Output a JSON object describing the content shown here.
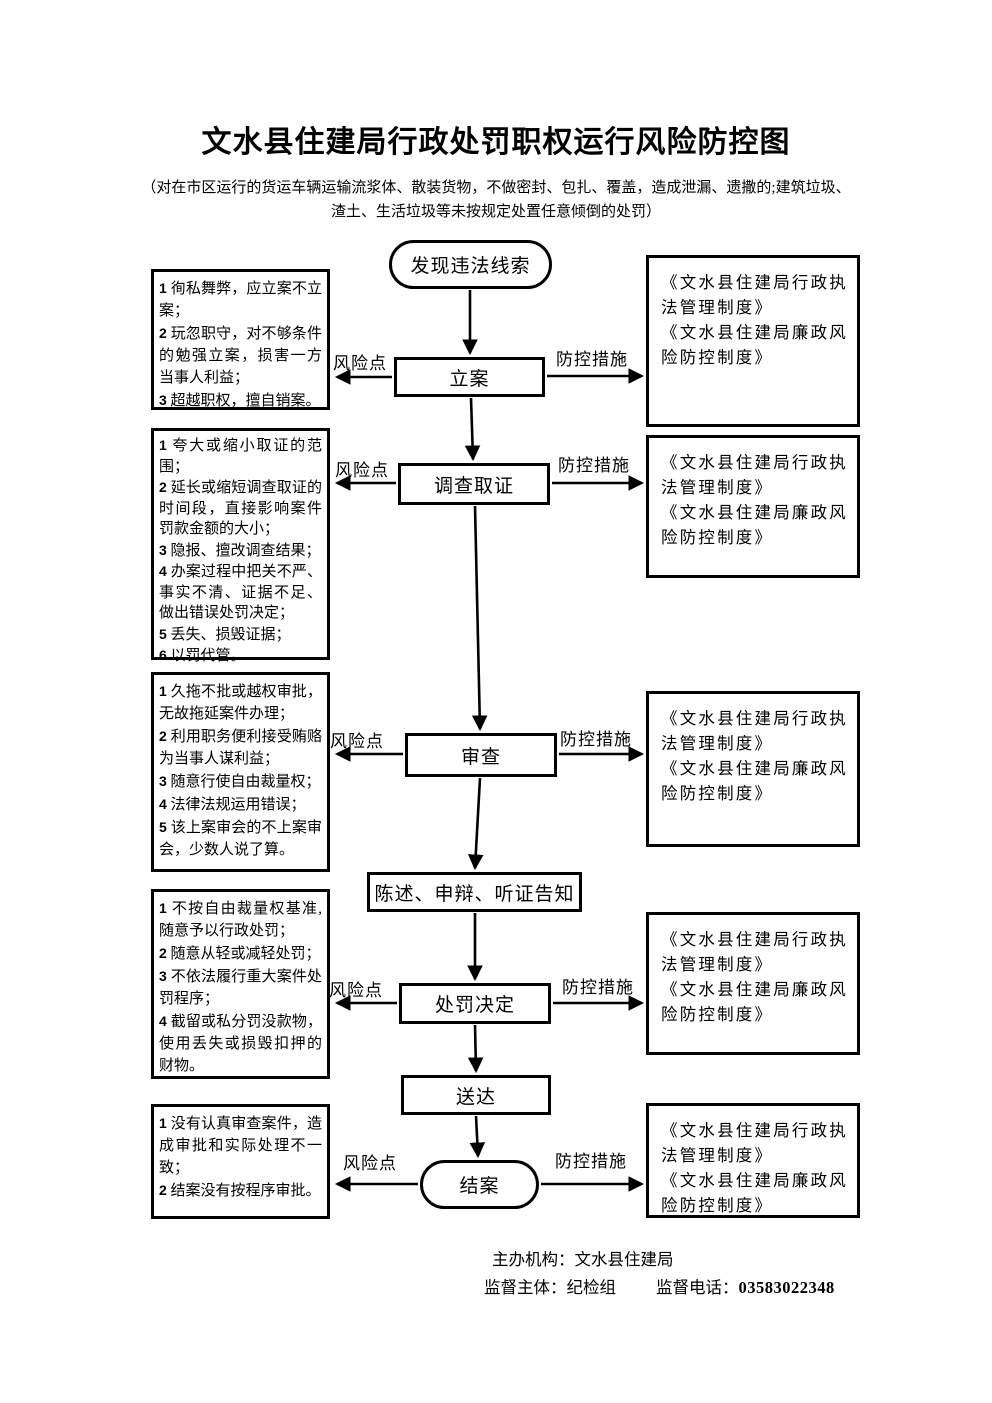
{
  "page": {
    "title": "文水县住建局行政处罚职权运行风险防控图",
    "subtitle": "（对在市区运行的货运车辆运输流浆体、散装货物，不做密封、包扎、覆盖，造成泄漏、遗撒的;建筑垃圾、渣土、生活垃圾等未按规定处置任意倾倒的处罚）"
  },
  "flow": {
    "start": "发现违法线索",
    "filing": "立案",
    "investigation": "调查取证",
    "review": "审查",
    "notice": "陈述、申辩、听证告知",
    "decision": "处罚决定",
    "delivery": "送达",
    "closing": "结案",
    "risk_label": "风险点",
    "control_label": "防控措施"
  },
  "risk_boxes": [
    {
      "items": [
        {
          "n": "1",
          "t": "徇私舞弊，应立案不立案；"
        },
        {
          "n": "2",
          "t": "玩忽职守，对不够条件的勉强立案，损害一方当事人利益；"
        },
        {
          "n": "3",
          "t": "超越职权，擅自销案。"
        }
      ]
    },
    {
      "items": [
        {
          "n": "1",
          "t": "夸大或缩小取证的范围；"
        },
        {
          "n": "2",
          "t": "延长或缩短调查取证的时间段，直接影响案件罚款金额的大小；"
        },
        {
          "n": "3",
          "t": "隐报、擅改调查结果；"
        },
        {
          "n": "4",
          "t": "办案过程中把关不严、事实不清、证据不足、做出错误处罚决定；"
        },
        {
          "n": "5",
          "t": "丢失、损毁证据；"
        },
        {
          "n": "6",
          "t": "以罚代管。"
        }
      ]
    },
    {
      "items": [
        {
          "n": "1",
          "t": "久拖不批或越权审批，无故拖延案件办理；"
        },
        {
          "n": "2",
          "t": "利用职务便利接受贿赂为当事人谋利益；"
        },
        {
          "n": "3",
          "t": "随意行使自由裁量权；"
        },
        {
          "n": "4",
          "t": "法律法规运用错误；"
        },
        {
          "n": "5",
          "t": "该上案审会的不上案审会，少数人说了算。"
        }
      ]
    },
    {
      "items": [
        {
          "n": "1",
          "t": "不按自由裁量权基准,随意予以行政处罚；"
        },
        {
          "n": "2",
          "t": "随意从轻或减轻处罚；"
        },
        {
          "n": "3",
          "t": "不依法履行重大案件处罚程序；"
        },
        {
          "n": "4",
          "t": "截留或私分罚没款物，使用丢失或损毁扣押的财物。"
        }
      ]
    },
    {
      "items": [
        {
          "n": "1",
          "t": "没有认真审查案件，造成审批和实际处理不一致；"
        },
        {
          "n": "2",
          "t": "结案没有按程序审批。"
        }
      ]
    }
  ],
  "control": {
    "regulations": [
      "《文水县住建局行政执法管理制度》",
      "《文水县住建局廉政风险防控制度》"
    ]
  },
  "footer": {
    "host": "主办机构：文水县住建局",
    "supervisor": "监督主体：纪检组",
    "phone_label": "监督电话：",
    "phone": "03583022348"
  },
  "colors": {
    "ink": "#000000",
    "paper": "#ffffff"
  }
}
